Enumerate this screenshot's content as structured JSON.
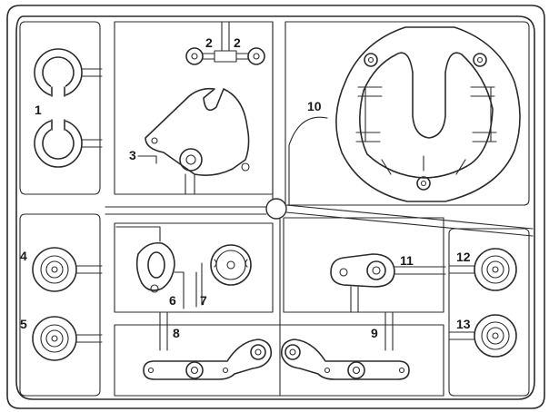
{
  "labels": {
    "p1": "1",
    "p2a": "2",
    "p2b": "2",
    "p3": "3",
    "p4": "4",
    "p5": "5",
    "p6": "6",
    "p7": "7",
    "p8": "8",
    "p9": "9",
    "p10": "10",
    "p11": "11",
    "p12": "12",
    "p13": "13"
  },
  "colors": {
    "line": "#2b2b2b",
    "background": "#ffffff"
  }
}
